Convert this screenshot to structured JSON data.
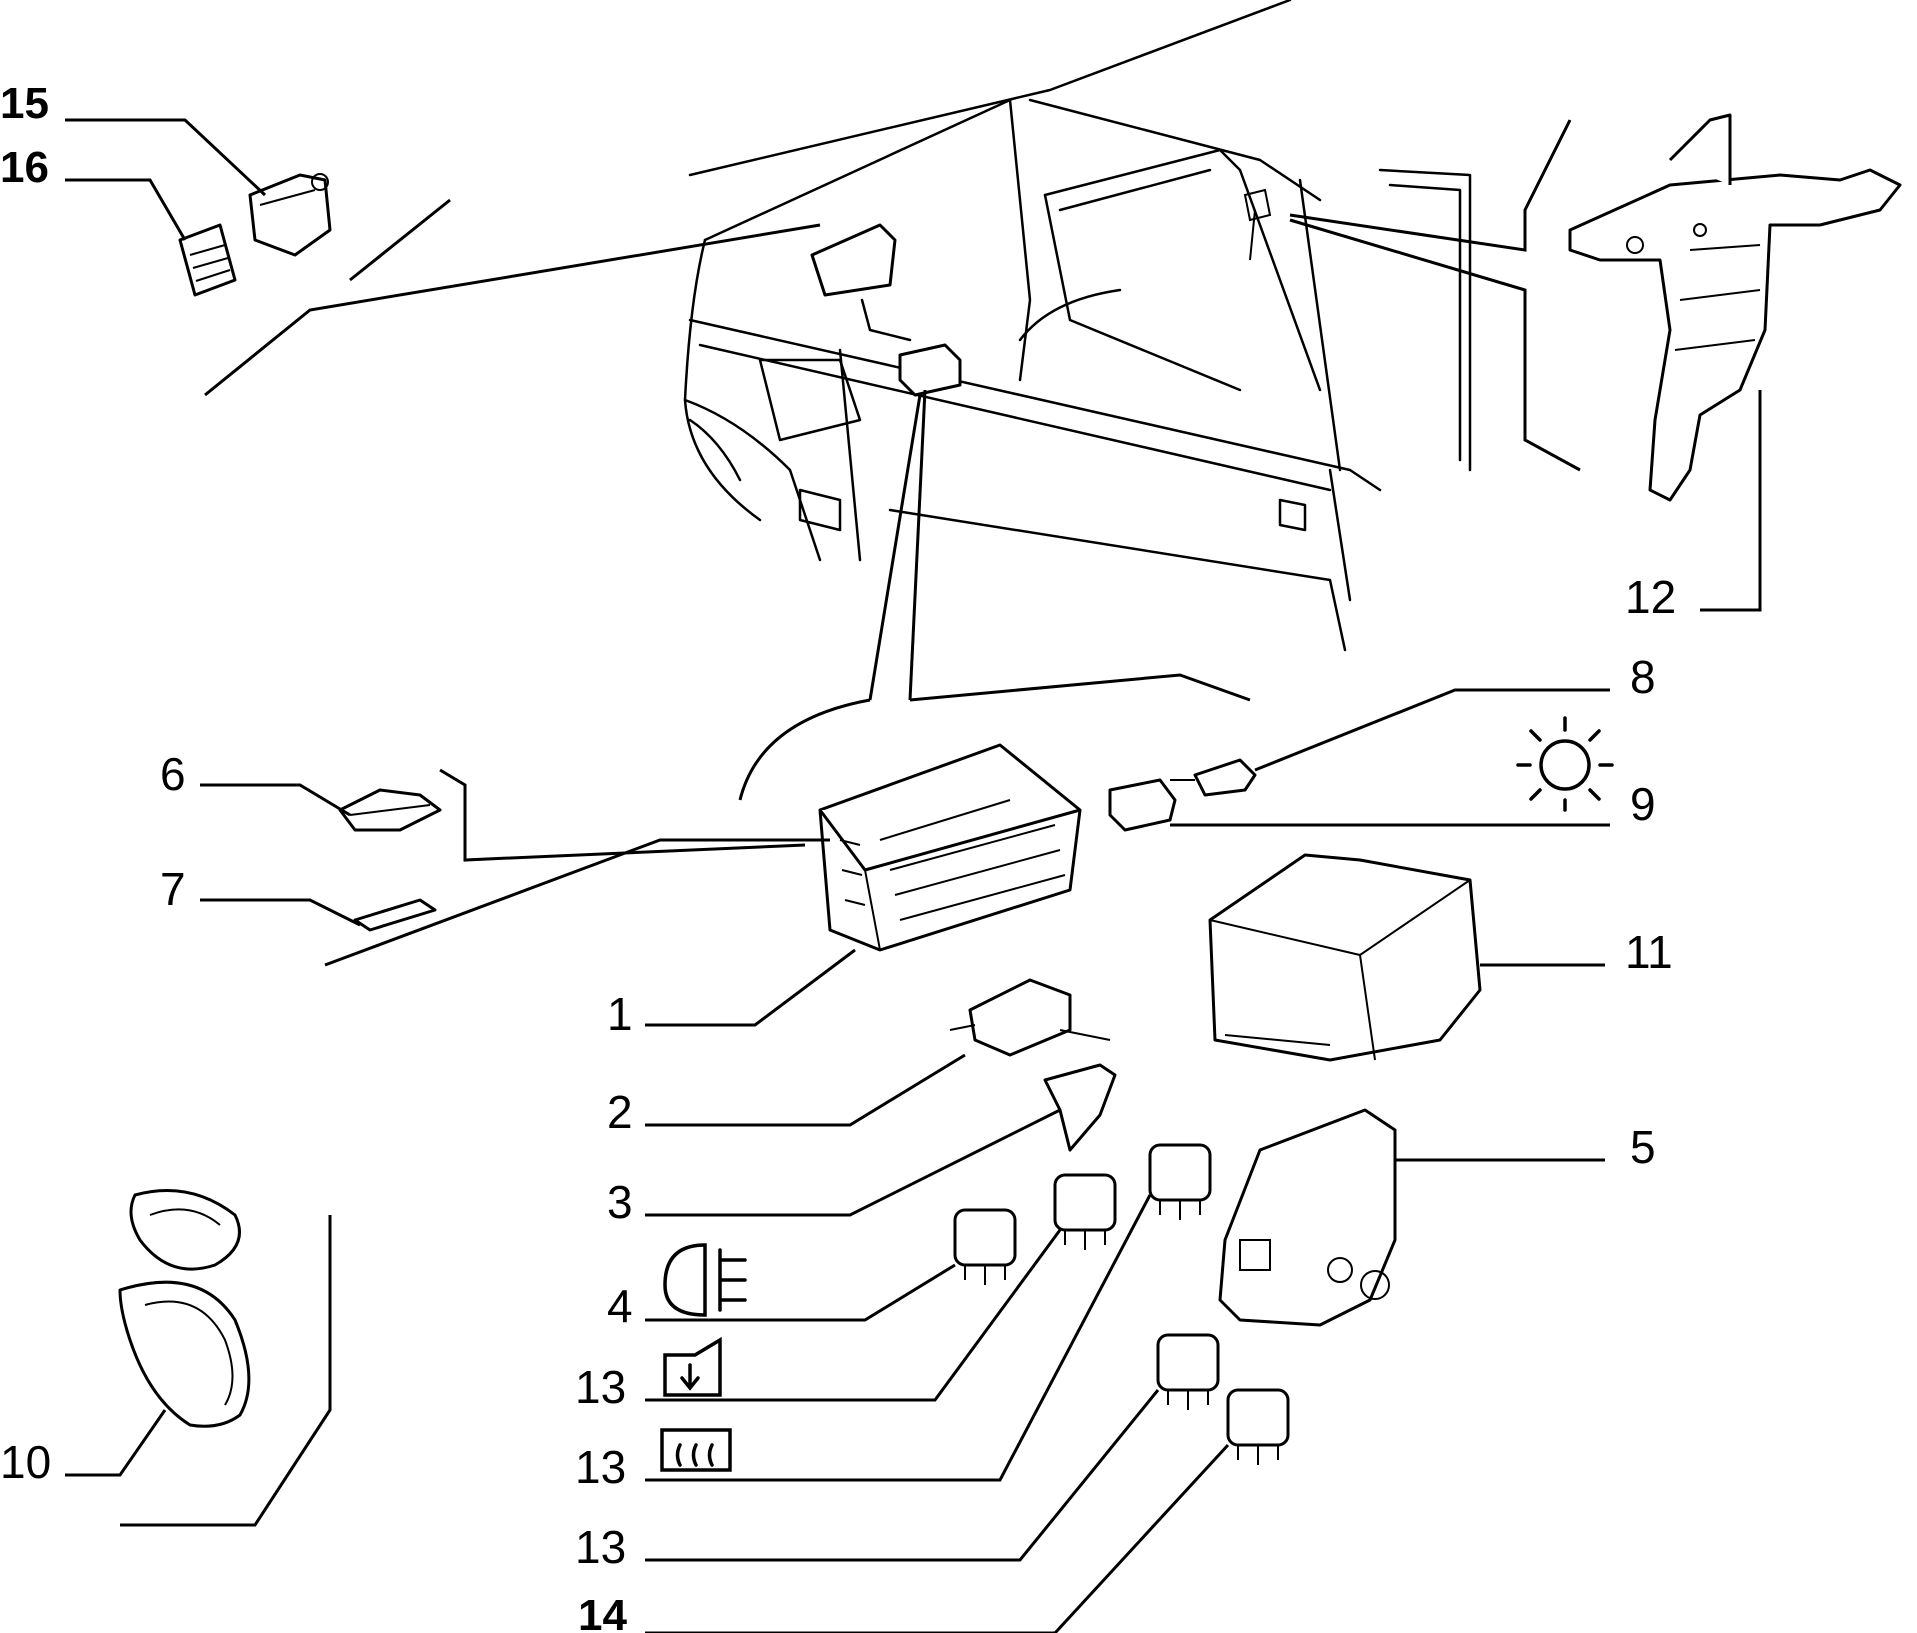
{
  "diagram": {
    "labels": {
      "l1": "1",
      "l2": "2",
      "l3": "3",
      "l4": "4",
      "l5": "5",
      "l6": "6",
      "l7": "7",
      "l8": "8",
      "l9": "9",
      "l10": "10",
      "l11": "11",
      "l12": "12",
      "l13a": "13",
      "l13b": "13",
      "l13c": "13",
      "l14": "14",
      "l15": "15",
      "l16": "16"
    },
    "icons": {
      "fog_light": "fog-light-icon",
      "power_window": "power-window-icon",
      "rear_defrost": "rear-defrost-icon",
      "light": "light-icon"
    }
  }
}
